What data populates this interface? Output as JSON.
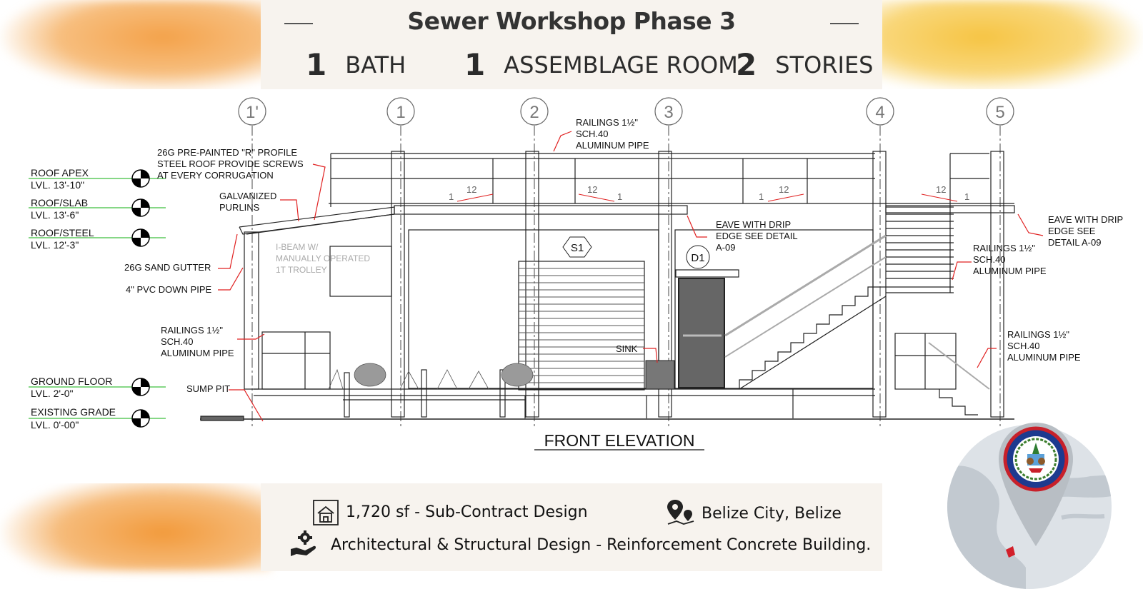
{
  "title": "Sewer Workshop Phase 3",
  "stats": [
    {
      "value": "1",
      "label": "BATH"
    },
    {
      "value": "1",
      "label": "ASSEMBLAGE ROOM"
    },
    {
      "value": "2",
      "label": "STORIES"
    }
  ],
  "grid_labels": [
    "1'",
    "1",
    "2",
    "3",
    "4",
    "5"
  ],
  "levels": [
    {
      "name": "ROOF APEX",
      "value": "LVL. 13'-10\""
    },
    {
      "name": "ROOF/SLAB",
      "value": "LVL. 13'-6\""
    },
    {
      "name": "ROOF/STEEL",
      "value": "LVL. 12'-3\""
    },
    {
      "name": "GROUND FLOOR",
      "value": "LVL. 2'-0\""
    },
    {
      "name": "EXISTING GRADE",
      "value": "LVL. 0'-00\""
    }
  ],
  "annotations": {
    "roof": [
      "26G PRE-PAINTED \"R\" PROFILE",
      "STEEL ROOF PROVIDE SCREWS",
      "AT EVERY CORRUGATION"
    ],
    "purlins": [
      "GALVANIZED",
      "PURLINS"
    ],
    "gutter": "26G SAND GUTTER",
    "downpipe": "4\" PVC DOWN PIPE",
    "railings_left": [
      "RAILINGS 1½\"",
      "SCH.40",
      "ALUMINUM PIPE"
    ],
    "sump": "SUMP PIT",
    "railings_top": [
      "RAILINGS 1½\"",
      "SCH.40",
      "ALUMINUM PIPE"
    ],
    "eave_center": [
      "EAVE WITH DRIP",
      "EDGE SEE DETAIL",
      "A-09"
    ],
    "eave_right": [
      "EAVE WITH DRIP",
      "EDGE SEE",
      "DETAIL A-09"
    ],
    "railings_mid": [
      "RAILINGS 1½\"",
      "SCH.40",
      "ALUMINUM PIPE"
    ],
    "railings_bottom": [
      "RAILINGS 1½\"",
      "SCH.40",
      "ALUMINUM PIPE"
    ],
    "beam": [
      "I-BEAM W/",
      "MANUALLY OPERATED",
      "1T TROLLEY"
    ],
    "sink": "SINK",
    "tag_s1": "S1",
    "tag_d1": "D1",
    "slope_run": "12",
    "slope_rise": "1"
  },
  "drawing_title": "FRONT ELEVATION",
  "footer": {
    "area": "1,720 sf - Sub-Contract Design",
    "location": "Belize City, Belize",
    "scope": "Architectural  & Structural Design -  Reinforcement Concrete Building."
  },
  "colors": {
    "accent_orange": "#f4a24a",
    "accent_yellow": "#f6c443",
    "level_green": "#3fbf3f",
    "leader_red": "#e02020",
    "flag_blue": "#1d3a8f",
    "flag_red": "#c8202a"
  },
  "icons": [
    "house-plan-icon",
    "map-pin-icon",
    "hand-gear-icon",
    "location-pin-icon",
    "belize-seal-icon"
  ]
}
